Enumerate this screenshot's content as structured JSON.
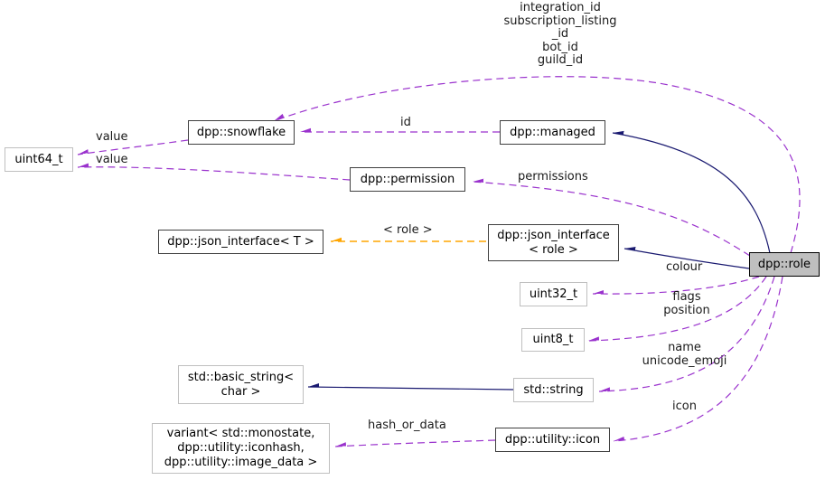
{
  "diagram": {
    "type": "collaboration-graph",
    "focus_class": "dpp::role"
  },
  "colors": {
    "inheritance_edge": "#191970",
    "usage_edge": "#9a32cd",
    "template_edge": "#ffa500",
    "node_fill": "#ffffff",
    "focus_node_fill": "#bfbfbf",
    "class_node_border": "#404040",
    "external_node_border": "#bfbfbf"
  },
  "nodes": [
    {
      "id": "uint64_t",
      "label": "uint64_t",
      "kind": "external"
    },
    {
      "id": "dpp-snowflake",
      "label": "dpp::snowflake",
      "kind": "class"
    },
    {
      "id": "dpp-managed",
      "label": "dpp::managed",
      "kind": "class"
    },
    {
      "id": "dpp-permission",
      "label": "dpp::permission",
      "kind": "class"
    },
    {
      "id": "dpp-json-interface-t",
      "label": "dpp::json_interface< T >",
      "kind": "class"
    },
    {
      "id": "dpp-json-interface-role",
      "label": "dpp::json_interface\n< role >",
      "kind": "class"
    },
    {
      "id": "dpp-role",
      "label": "dpp::role",
      "kind": "focus"
    },
    {
      "id": "uint32_t",
      "label": "uint32_t",
      "kind": "external"
    },
    {
      "id": "uint8_t",
      "label": "uint8_t",
      "kind": "external"
    },
    {
      "id": "std-basic-string",
      "label": "std::basic_string<\nchar >",
      "kind": "external"
    },
    {
      "id": "std-string",
      "label": "std::string",
      "kind": "external"
    },
    {
      "id": "variant",
      "label": "variant< std::monostate,\ndpp::utility::iconhash,\ndpp::utility::image_data >",
      "kind": "external"
    },
    {
      "id": "dpp-utility-icon",
      "label": "dpp::utility::icon",
      "kind": "class"
    }
  ],
  "edge_labels": {
    "role_id_fields": "integration_id\nsubscription_listing\n_id\nbot_id\nguild_id",
    "value_snowflake": "value",
    "value_permission": "value",
    "id": "id",
    "permissions": "permissions",
    "template_args": "< role >",
    "colour": "colour",
    "flags_position": "flags\nposition",
    "name_unicode_emoji": "name\nunicode_emoji",
    "icon": "icon",
    "hash_or_data": "hash_or_data"
  }
}
